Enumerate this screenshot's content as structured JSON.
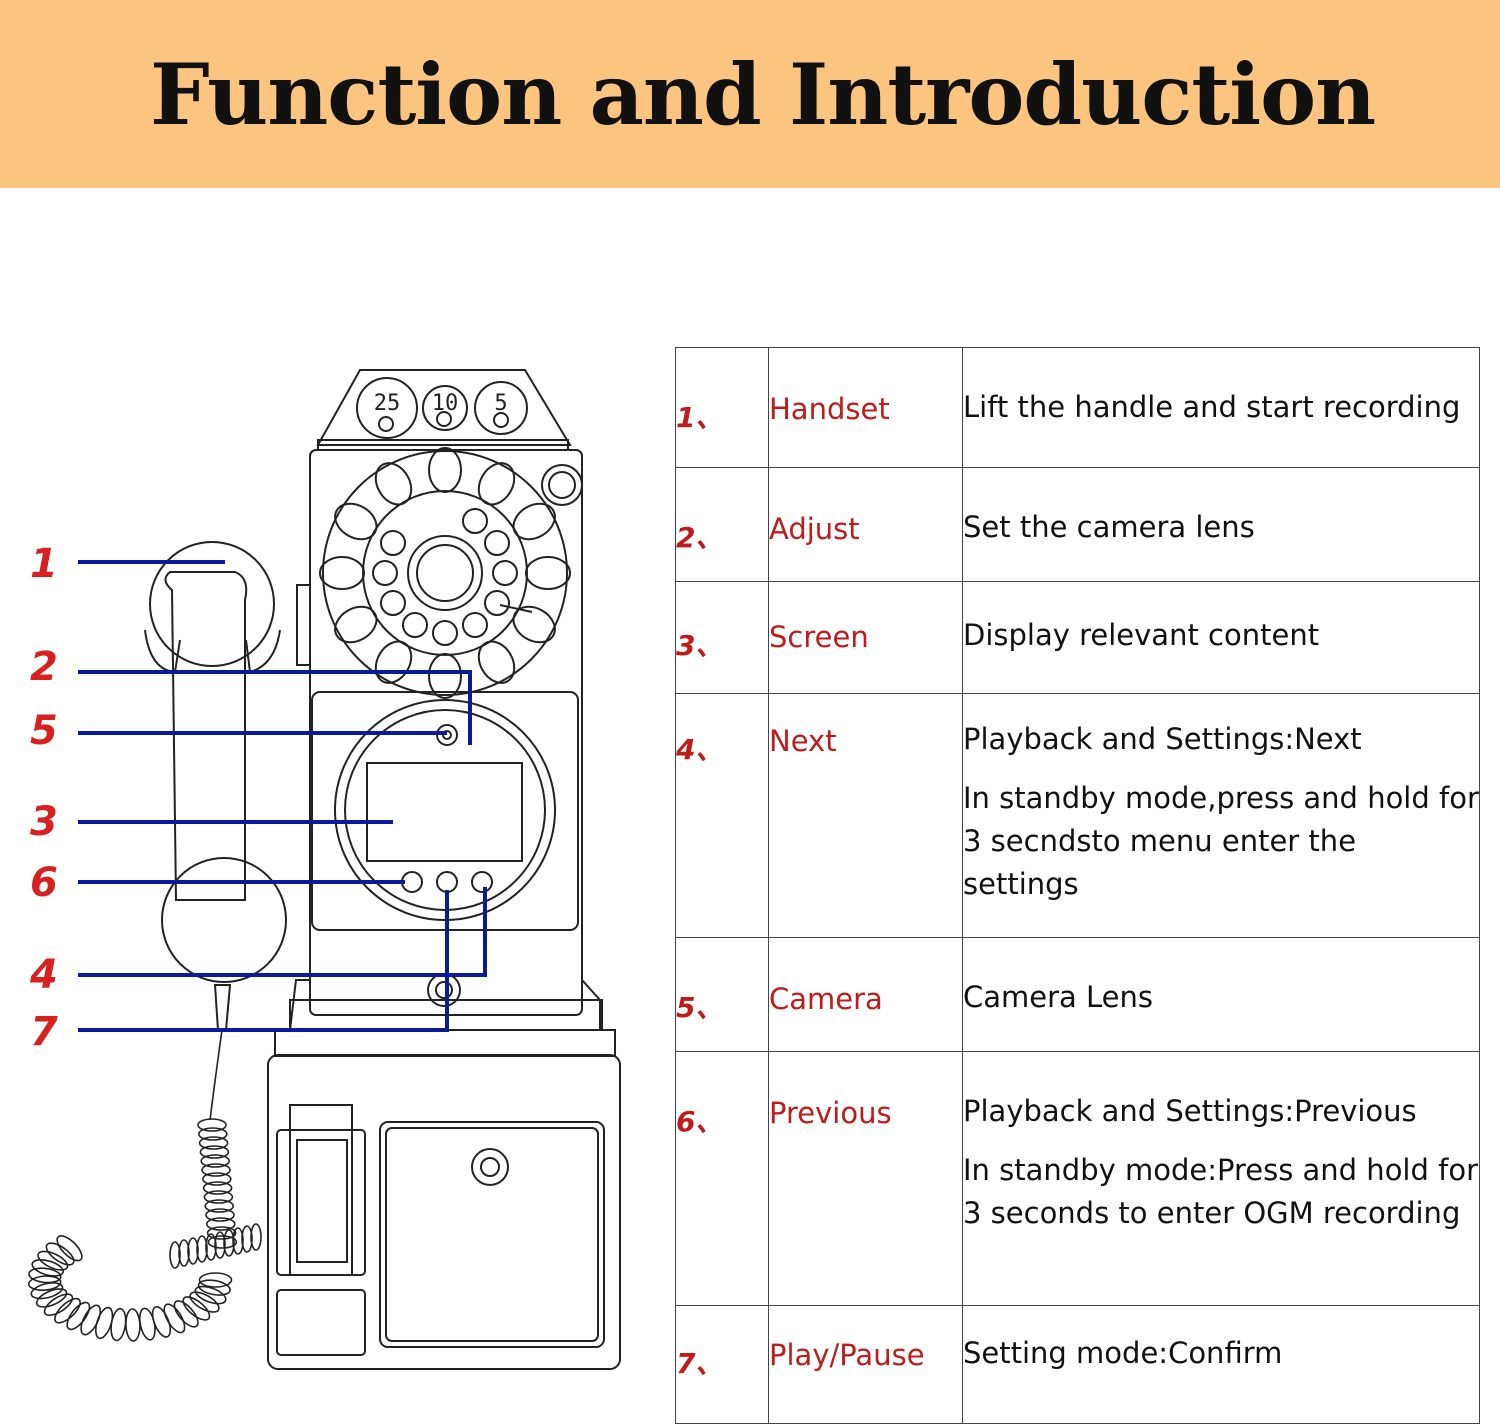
{
  "title": "Function and Introduction",
  "diagram": {
    "coin_labels": [
      "25",
      "10",
      "5"
    ],
    "callouts": [
      "1",
      "2",
      "5",
      "3",
      "6",
      "4",
      "7"
    ]
  },
  "functions": [
    {
      "index": "1、",
      "name": "Handset",
      "description": [
        "Lift the handle and start recording"
      ]
    },
    {
      "index": "2、",
      "name": "Adjust",
      "description": [
        "Set the camera lens"
      ]
    },
    {
      "index": "3、",
      "name": "Screen",
      "description": [
        "Display relevant content"
      ]
    },
    {
      "index": "4、",
      "name": "Next",
      "description": [
        "Playback and Settings:Next",
        "In standby mode,press and hold for 3 secndsto menu enter  the settings"
      ]
    },
    {
      "index": "5、",
      "name": "Camera",
      "description": [
        "Camera Lens"
      ]
    },
    {
      "index": "6、",
      "name": "Previous",
      "description": [
        "Playback and Settings:Previous",
        "In standby mode:Press and hold for 3 seconds to enter OGM recording"
      ]
    },
    {
      "index": "7、",
      "name": "Play/Pause",
      "description": [
        "Setting mode:Confirm"
      ]
    }
  ]
}
